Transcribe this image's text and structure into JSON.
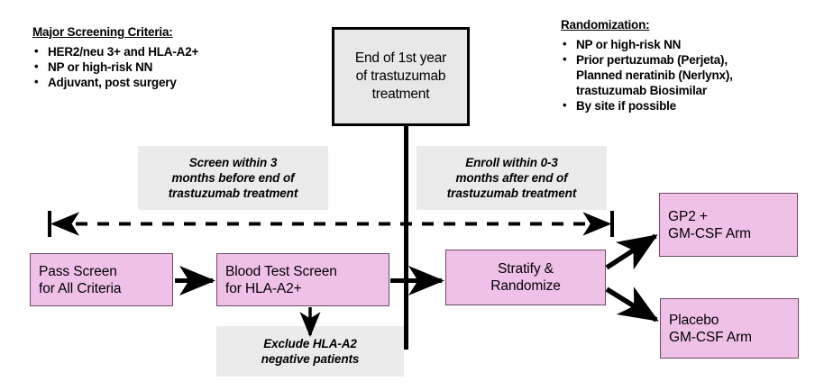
{
  "diagram": {
    "title": "Clinical trial screening and randomization flow",
    "colors": {
      "pink_fill": "#efc1e9",
      "pink_border": "#6d4a66",
      "gray_fill": "#ebebeb",
      "end_box_fill": "#e8e8e8",
      "line": "#000000"
    }
  },
  "screening_criteria": {
    "heading": "Major Screening Criteria:",
    "items": [
      "HER2/neu 3+ and HLA-A2+",
      "NP or high-risk NN",
      "Adjuvant, post surgery"
    ]
  },
  "randomization": {
    "heading": "Randomization:",
    "items": [
      {
        "line1": "NP or high-risk NN",
        "line2": "",
        "line3": ""
      },
      {
        "line1": "Prior pertuzumab (Perjeta),",
        "line2": "Planned neratinib (Nerlynx),",
        "line3": "trastuzumab Biosimilar"
      },
      {
        "line1": "By site if possible",
        "line2": "",
        "line3": ""
      }
    ]
  },
  "end_of_year_box": {
    "line1": "End of 1st year",
    "line2": "of trastuzumab",
    "line3": "treatment"
  },
  "annotations": {
    "screen_window": {
      "line1": "Screen within 3",
      "line2": "months before end of",
      "line3": "trastuzumab treatment"
    },
    "enroll_window": {
      "line1": "Enroll within 0-3",
      "line2": "months after end of",
      "line3": "trastuzumab treatment"
    },
    "exclude": {
      "line1": "Exclude HLA-A2",
      "line2": "negative patients"
    }
  },
  "flow_boxes": {
    "pass_screen": {
      "line1": "Pass Screen",
      "line2": "for All Criteria"
    },
    "blood_test": {
      "line1": "Blood Test Screen",
      "line2": "for HLA-A2+"
    },
    "stratify": {
      "line1": "Stratify &",
      "line2": "Randomize"
    },
    "gp2_arm": {
      "line1": "GP2 +",
      "line2": "GM-CSF Arm"
    },
    "placebo_arm": {
      "line1": "Placebo",
      "line2": "GM-CSF Arm"
    }
  },
  "bullet_glyph": "•"
}
